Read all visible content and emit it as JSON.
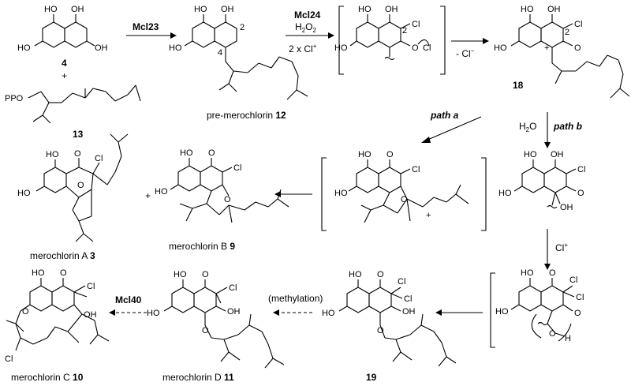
{
  "compounds": {
    "c4": "4",
    "c13": "13",
    "c12_name": "pre-merochlorin ",
    "c12_num": "12",
    "c18": "18",
    "c19": "19",
    "mA_name": "merochlorin A ",
    "mA_num": "3",
    "mB_name": "merochlorin B ",
    "mB_num": "9",
    "mC_name": "merochlorin C ",
    "mC_num": "10",
    "mD_name": "merochlorin D ",
    "mD_num": "11"
  },
  "reagents": {
    "mcl23": "Mcl23",
    "mcl24": "Mcl24",
    "h2o2_h": "H",
    "h2o2_2a": "2",
    "h2o2_o": "O",
    "h2o2_2b": "2",
    "cl_equiv": "2 x Cl",
    "cl_plus": "+",
    "minus_cl": "- Cl",
    "minus_sign": "−",
    "path_a": "path a",
    "path_b": "path b",
    "water_h": "H",
    "water_2": "2",
    "water_o": "O",
    "cl_plus_b": "Cl",
    "cl_plus_b_sup": "+",
    "methylation": "(methylation)",
    "mcl40": "Mcl40",
    "plus_sign": "+",
    "plus_mA_mB": "+"
  },
  "atoms": {
    "HO": "HO",
    "OH": "OH",
    "O": "O",
    "Cl": "Cl",
    "H": "H",
    "PPO": "PPO",
    "pos2": "2",
    "pos4": "4",
    "cation": "+"
  }
}
